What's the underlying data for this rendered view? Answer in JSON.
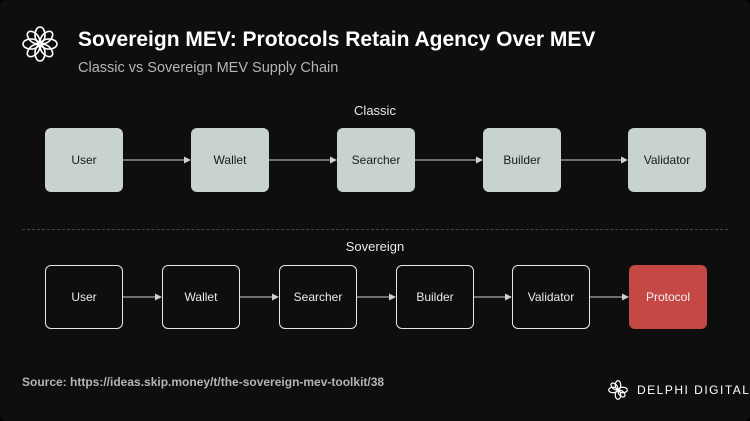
{
  "header": {
    "title": "Sovereign MEV: Protocols Retain Agency Over MEV",
    "subtitle": "Classic vs Sovereign MEV Supply Chain",
    "logo_icon": "flower-logo-icon"
  },
  "classic": {
    "label": "Classic",
    "nodes": [
      "User",
      "Wallet",
      "Searcher",
      "Builder",
      "Validator"
    ]
  },
  "sovereign": {
    "label": "Sovereign",
    "nodes": [
      "User",
      "Wallet",
      "Searcher",
      "Builder",
      "Validator",
      "Protocol"
    ],
    "highlight_node": "Protocol"
  },
  "footer": {
    "source": "Source: https://ideas.skip.money/t/the-sovereign-mev-toolkit/38",
    "brand": "DELPHI DIGITAL"
  },
  "colors": {
    "background": "#0e0e0e",
    "classic_box": "#c9d3ce",
    "highlight": "#c54844",
    "text": "#ffffff"
  }
}
